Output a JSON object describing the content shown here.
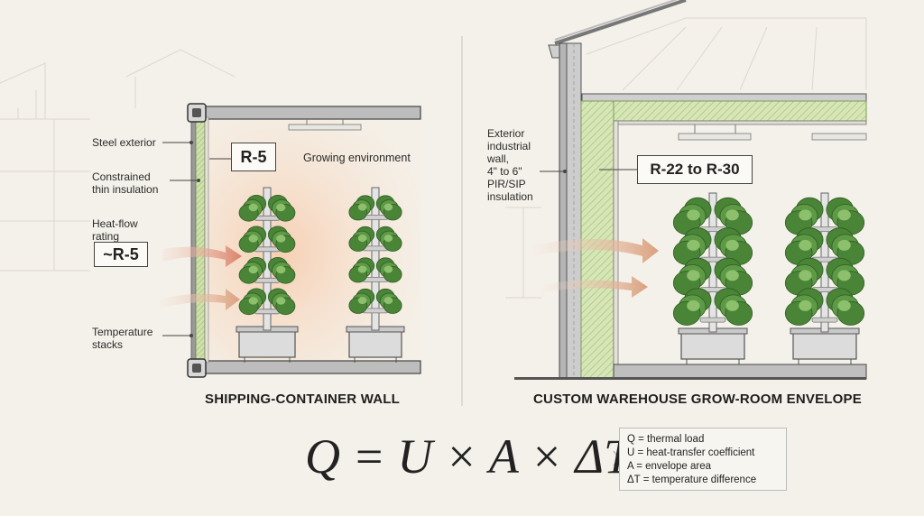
{
  "left_panel": {
    "labels": {
      "steel_exterior": "Steel exterior",
      "insulation_1": "Constrained",
      "insulation_2": "thin insulation",
      "heatflow_1": "Heat-flow",
      "heatflow_2": "rating",
      "temp_1": "Temperature",
      "temp_2": "stacks",
      "growing": "Growing environment"
    },
    "r_value": "R-5",
    "r_rating": "~R-5",
    "caption": "SHIPPING-CONTAINER WALL"
  },
  "right_panel": {
    "labels": {
      "ext_1": "Exterior",
      "ext_2": "industrial",
      "ext_3": "wall,",
      "ext_4": "4\" to 6\"",
      "ext_5": "PIR/SIP",
      "ext_6": "insulation"
    },
    "r_value": "R-22 to R-30",
    "caption": "CUSTOM WAREHOUSE GROW-ROOM ENVELOPE"
  },
  "formula": "Q = U × A × ΔT",
  "legend": [
    "Q = thermal load",
    "U = heat-transfer coefficient",
    "A = envelope area",
    "ΔT = temperature difference"
  ],
  "colors": {
    "background": "#f4f1ea",
    "insulation_green": "#c9dca6",
    "heat_arrow": "#d9826a",
    "plant_green": "#4f8a3a"
  }
}
